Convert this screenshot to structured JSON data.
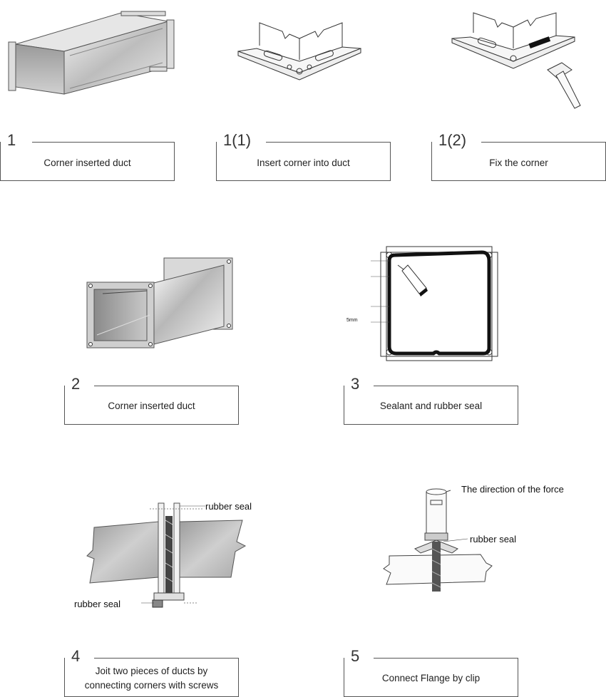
{
  "steps": [
    {
      "num": "1",
      "caption": "Corner inserted duct"
    },
    {
      "num": "1(1)",
      "caption": "Insert corner into duct"
    },
    {
      "num": "1(2)",
      "caption": "Fix the corner"
    },
    {
      "num": "2",
      "caption": "Corner inserted duct"
    },
    {
      "num": "3",
      "caption": "Sealant and rubber seal"
    },
    {
      "num": "4",
      "caption_line1": "Joit two pieces of ducts by",
      "caption_line2": "connecting corners with screws"
    },
    {
      "num": "5",
      "caption": "Connect Flange by clip"
    }
  ],
  "labels": {
    "seal_dim": "5mm",
    "fig4_rubber_seal_top": "rubber seal",
    "fig4_rubber_seal_bottom": "rubber seal",
    "fig5_force": "The direction of the force",
    "fig5_rubber_seal": "rubber seal"
  }
}
